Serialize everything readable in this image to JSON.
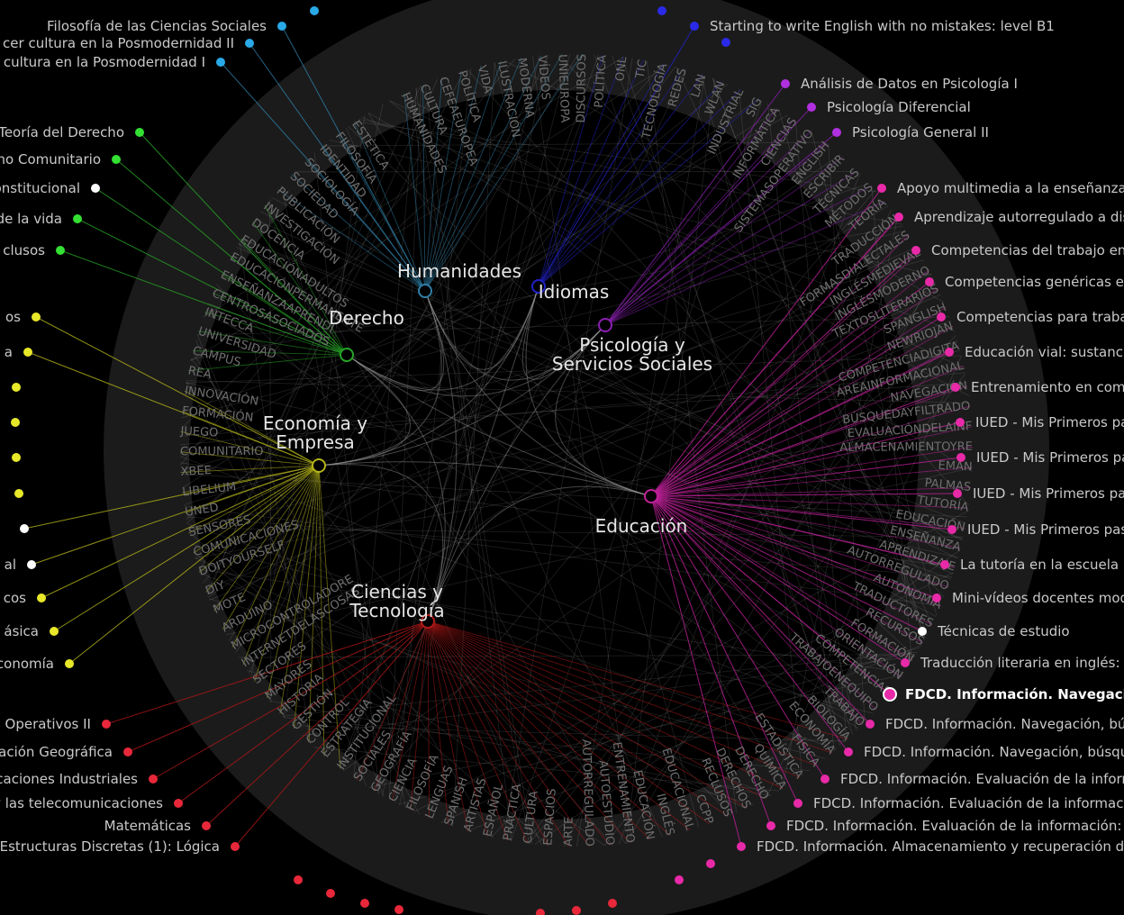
{
  "hubs": [
    {
      "id": "humanidades",
      "lines": [
        "Humanidades"
      ],
      "color": "#2e7ea6"
    },
    {
      "id": "idiomas",
      "lines": [
        "Idiomas"
      ],
      "color": "#2222cc"
    },
    {
      "id": "derecho",
      "lines": [
        "Derecho"
      ],
      "color": "#26a526"
    },
    {
      "id": "psicologia",
      "lines": [
        "Psicología y",
        "Servicios Sociales"
      ],
      "color": "#8a1fb0"
    },
    {
      "id": "economia",
      "lines": [
        "Economía y",
        "Empresa"
      ],
      "color": "#b5b51a"
    },
    {
      "id": "educacion",
      "lines": [
        "Educación"
      ],
      "color": "#c0209a"
    },
    {
      "id": "ciencias",
      "lines": [
        "Ciencias y",
        "Tecnología"
      ],
      "color": "#b01818"
    }
  ],
  "courses": [
    {
      "label": "Filosofía de las Ciencias Sociales",
      "hub": "humanidades",
      "dot": "#29a9e8"
    },
    {
      "label": "cer cultura en la Posmodernidad II",
      "hub": "humanidades",
      "dot": "#29a9e8"
    },
    {
      "label": "cultura en la Posmodernidad I",
      "hub": "humanidades",
      "dot": "#29a9e8"
    },
    {
      "label": "Teoría del Derecho",
      "hub": "derecho",
      "dot": "#33e033"
    },
    {
      "label": "cho Comunitario",
      "hub": "derecho",
      "dot": "#33e033"
    },
    {
      "label": "onstitucional",
      "hub": "derecho",
      "dot": "#ffffff"
    },
    {
      "label": "de la vida",
      "hub": "derecho",
      "dot": "#33e033"
    },
    {
      "label": "clusos",
      "hub": "derecho",
      "dot": "#33e033"
    },
    {
      "label": "os",
      "hub": "economia",
      "dot": "#e8e82a"
    },
    {
      "label": "a",
      "hub": "economia",
      "dot": "#e8e82a"
    },
    {
      "label": "",
      "hub": "economia",
      "dot": "#ffffff"
    },
    {
      "label": "al",
      "hub": "economia",
      "dot": "#ffffff"
    },
    {
      "label": "cos",
      "hub": "economia",
      "dot": "#e8e82a"
    },
    {
      "label": "ásica",
      "hub": "economia",
      "dot": "#e8e82a"
    },
    {
      "label": "conomía",
      "hub": "economia",
      "dot": "#e8e82a"
    },
    {
      "label": "s Operativos II",
      "hub": "ciencias",
      "dot": "#e8283a"
    },
    {
      "label": "mación Geográfica",
      "hub": "ciencias",
      "dot": "#e8283a"
    },
    {
      "label": "nicaciones Industriales",
      "hub": "ciencias",
      "dot": "#e8283a"
    },
    {
      "label": "n y las telecomunicaciones",
      "hub": "ciencias",
      "dot": "#e8283a"
    },
    {
      "label": "Matemáticas",
      "hub": "ciencias",
      "dot": "#e8283a"
    },
    {
      "label": "ca y Estructuras Discretas (1): Lógica",
      "hub": "ciencias",
      "dot": "#e8283a"
    },
    {
      "label": "Starting to write English with no mistakes: level B1",
      "hub": "idiomas",
      "dot": "#2a2ae8"
    },
    {
      "label": "Análisis de Datos en Psicología I",
      "hub": "psicologia",
      "dot": "#b030e0"
    },
    {
      "label": "Psicología Diferencial",
      "hub": "psicologia",
      "dot": "#b030e0"
    },
    {
      "label": "Psicología General II",
      "hub": "psicologia",
      "dot": "#b030e0"
    },
    {
      "label": "Apoyo multimedia a la enseñanza de",
      "hub": "educacion",
      "dot": "#e82aa8"
    },
    {
      "label": "Aprendizaje autorregulado a dista",
      "hub": "educacion",
      "dot": "#e82aa8"
    },
    {
      "label": "Competencias del trabajo en e",
      "hub": "educacion",
      "dot": "#e82aa8"
    },
    {
      "label": "Competencias genéricas en",
      "hub": "educacion",
      "dot": "#e82aa8"
    },
    {
      "label": "Competencias para trabaja",
      "hub": "educacion",
      "dot": "#e82aa8"
    },
    {
      "label": "Educación vial: sustancia",
      "hub": "educacion",
      "dot": "#e82aa8"
    },
    {
      "label": "Entrenamiento en comp",
      "hub": "educacion",
      "dot": "#e82aa8"
    },
    {
      "label": "IUED - Mis Primeros pa",
      "hub": "educacion",
      "dot": "#e82aa8"
    },
    {
      "label": "IUED - Mis Primeros pa",
      "hub": "educacion",
      "dot": "#e82aa8"
    },
    {
      "label": "IUED - Mis Primeros pas",
      "hub": "educacion",
      "dot": "#e82aa8"
    },
    {
      "label": "IUED - Mis Primeros pas",
      "hub": "educacion",
      "dot": "#e82aa8"
    },
    {
      "label": "La tutoría en la escuela",
      "hub": "educacion",
      "dot": "#e82aa8"
    },
    {
      "label": "Mini-vídeos docentes modu",
      "hub": "educacion",
      "dot": "#e82aa8"
    },
    {
      "label": "Técnicas de estudio",
      "hub": "educacion",
      "dot": "#ffffff"
    },
    {
      "label": "Traducción literaria en inglés: de",
      "hub": "educacion",
      "dot": "#e82aa8"
    },
    {
      "label": "FDCD. Información. Navegación, bu",
      "hub": "educacion",
      "dot": "#e82aa8",
      "active": true
    },
    {
      "label": "FDCD. Información. Navegación, búsqu",
      "hub": "educacion",
      "dot": "#e82aa8"
    },
    {
      "label": "FDCD. Información. Navegación, búsqueda",
      "hub": "educacion",
      "dot": "#e82aa8"
    },
    {
      "label": "FDCD. Información. Evaluación de la informaci",
      "hub": "educacion",
      "dot": "#e82aa8"
    },
    {
      "label": "FDCD. Información. Evaluación de la información: n",
      "hub": "educacion",
      "dot": "#e82aa8"
    },
    {
      "label": "FDCD. Información. Evaluación de la información: nivel a",
      "hub": "educacion",
      "dot": "#e82aa8"
    },
    {
      "label": "FDCD. Información. Almacenamiento y recuperación de la inf",
      "hub": "educacion",
      "dot": "#e82aa8"
    }
  ],
  "keywords": [
    {
      "text": "HUMANIDADES",
      "hub": "humanidades"
    },
    {
      "text": "CULTURA",
      "hub": "humanidades"
    },
    {
      "text": "CEFEAEUROPEA",
      "hub": "humanidades"
    },
    {
      "text": "POLÍTICA",
      "hub": "humanidades"
    },
    {
      "text": "VIDA",
      "hub": "humanidades"
    },
    {
      "text": "ILUSTRACIÓN",
      "hub": "humanidades"
    },
    {
      "text": "MODERNA",
      "hub": "humanidades"
    },
    {
      "text": "VÍDEOS",
      "hub": "humanidades"
    },
    {
      "text": "UNIEUROPA",
      "hub": "humanidades"
    },
    {
      "text": "DISCURSOS",
      "hub": "humanidades"
    },
    {
      "text": "POLÍTICA",
      "hub": "idiomas"
    },
    {
      "text": "ONL",
      "hub": "idiomas"
    },
    {
      "text": "TIC",
      "hub": "idiomas"
    },
    {
      "text": "TECNOLOGÍA",
      "hub": "idiomas"
    },
    {
      "text": "REDES",
      "hub": "idiomas"
    },
    {
      "text": "LAN",
      "hub": "idiomas"
    },
    {
      "text": "WLAN",
      "hub": "idiomas"
    },
    {
      "text": "INDUSTRIAL",
      "hub": "idiomas"
    },
    {
      "text": "SIG",
      "hub": "idiomas"
    },
    {
      "text": "INFORMÁTICA",
      "hub": "psicologia"
    },
    {
      "text": "CIENCIAS",
      "hub": "psicologia"
    },
    {
      "text": "SISTEMASOPERATIVO",
      "hub": "psicologia"
    },
    {
      "text": "ENGLISH",
      "hub": "psicologia"
    },
    {
      "text": "ESCRIBIR",
      "hub": "psicologia"
    },
    {
      "text": "TÉCNICAS",
      "hub": "psicologia"
    },
    {
      "text": "MÉTODOS",
      "hub": "psicologia"
    },
    {
      "text": "TEORÍA",
      "hub": "psicologia"
    },
    {
      "text": "TRADUCCIÓN",
      "hub": "educacion"
    },
    {
      "text": "FORMASDIALECTALES",
      "hub": "educacion"
    },
    {
      "text": "INGLÉSMEDIEVAL",
      "hub": "educacion"
    },
    {
      "text": "INGLÉSMODERNO",
      "hub": "educacion"
    },
    {
      "text": "TEXTOSLITERARIOS",
      "hub": "educacion"
    },
    {
      "text": "SPANGLISH",
      "hub": "educacion"
    },
    {
      "text": "NEWRIOJAN",
      "hub": "educacion"
    },
    {
      "text": "COMPETENCIADIGITA",
      "hub": "educacion"
    },
    {
      "text": "ÁREAINFORMACIONAL",
      "hub": "educacion"
    },
    {
      "text": "NAVEGACIÓN",
      "hub": "educacion"
    },
    {
      "text": "BÚSQUEDAYFILTRADO",
      "hub": "educacion"
    },
    {
      "text": "EVALUACIÓNDELAINF",
      "hub": "educacion"
    },
    {
      "text": "ALMACENAMIENTOYRE",
      "hub": "educacion"
    },
    {
      "text": "EMAN",
      "hub": "educacion"
    },
    {
      "text": "PALMAS",
      "hub": "educacion"
    },
    {
      "text": "TUTORÍA",
      "hub": "educacion"
    },
    {
      "text": "EDUCACIÓN",
      "hub": "educacion"
    },
    {
      "text": "ENSEÑANZA",
      "hub": "educacion"
    },
    {
      "text": "APRENDIZAJE",
      "hub": "educacion"
    },
    {
      "text": "AUTORREGULADO",
      "hub": "educacion"
    },
    {
      "text": "AUTONOMÍA",
      "hub": "educacion"
    },
    {
      "text": "TRADUCTORES",
      "hub": "educacion"
    },
    {
      "text": "RECURSOS",
      "hub": "educacion"
    },
    {
      "text": "FORMACIÓN",
      "hub": "educacion"
    },
    {
      "text": "ORIENTACIÓN",
      "hub": "educacion"
    },
    {
      "text": "COMPETENCIAS",
      "hub": "educacion"
    },
    {
      "text": "TRABAJOENEQUIPO",
      "hub": "educacion"
    },
    {
      "text": "TRABAJO",
      "hub": "educacion"
    },
    {
      "text": "BIOLOGÍA",
      "hub": "ciencias"
    },
    {
      "text": "ECONOMÍA",
      "hub": "ciencias"
    },
    {
      "text": "FÍSICA",
      "hub": "ciencias"
    },
    {
      "text": "ESTADÍSTICA",
      "hub": "ciencias"
    },
    {
      "text": "QUÍMICA",
      "hub": "ciencias"
    },
    {
      "text": "DERECHO",
      "hub": "ciencias"
    },
    {
      "text": "DERECHOS",
      "hub": "ciencias"
    },
    {
      "text": "RECLUSOS",
      "hub": "ciencias"
    },
    {
      "text": "CCPP",
      "hub": "ciencias"
    },
    {
      "text": "EDUCACIONAL",
      "hub": "ciencias"
    },
    {
      "text": "INGLÉS",
      "hub": "ciencias"
    },
    {
      "text": "EDUCACIÓN",
      "hub": "ciencias"
    },
    {
      "text": "ENTRENAMIENTO",
      "hub": "ciencias"
    },
    {
      "text": "AUTOESTUDIO",
      "hub": "ciencias"
    },
    {
      "text": "AUTORREGULADO",
      "hub": "ciencias"
    },
    {
      "text": "ARTE",
      "hub": "ciencias"
    },
    {
      "text": "ESPACIOS",
      "hub": "ciencias"
    },
    {
      "text": "CULTURA",
      "hub": "ciencias"
    },
    {
      "text": "PRÁCTICA",
      "hub": "ciencias"
    },
    {
      "text": "ESPAÑOL",
      "hub": "ciencias"
    },
    {
      "text": "ARTISTAS",
      "hub": "ciencias"
    },
    {
      "text": "SPANISH",
      "hub": "ciencias"
    },
    {
      "text": "LENGUAS",
      "hub": "ciencias"
    },
    {
      "text": "FILOSOFÍA",
      "hub": "ciencias"
    },
    {
      "text": "CIENCIA",
      "hub": "ciencias"
    },
    {
      "text": "GEOGRAFÍA",
      "hub": "ciencias"
    },
    {
      "text": "SOCIALES",
      "hub": "ciencias"
    },
    {
      "text": "INSTITUCIONAL",
      "hub": "economia"
    },
    {
      "text": "ESTRATEGIA",
      "hub": "economia"
    },
    {
      "text": "CONTROL",
      "hub": "economia"
    },
    {
      "text": "GESTIÓN",
      "hub": "economia"
    },
    {
      "text": "HISTORIA",
      "hub": "economia"
    },
    {
      "text": "MAYORES",
      "hub": "economia"
    },
    {
      "text": "SECTORES",
      "hub": "economia"
    },
    {
      "text": "INTERNETDELASCOSAS",
      "hub": "economia"
    },
    {
      "text": "MICROCONTROLADORE",
      "hub": "economia"
    },
    {
      "text": "ARDUINO",
      "hub": "economia"
    },
    {
      "text": "MOTE",
      "hub": "economia"
    },
    {
      "text": "DIY",
      "hub": "economia"
    },
    {
      "text": "DOITYOURSELF",
      "hub": "economia"
    },
    {
      "text": "COMUNICACIONES",
      "hub": "economia"
    },
    {
      "text": "SENSORES",
      "hub": "economia"
    },
    {
      "text": "UNED",
      "hub": "economia"
    },
    {
      "text": "LIBELIUM",
      "hub": "economia"
    },
    {
      "text": "XBEE",
      "hub": "economia"
    },
    {
      "text": "COMUNITARIO",
      "hub": "economia"
    },
    {
      "text": "JUEGO",
      "hub": "economia"
    },
    {
      "text": "FORMACIÓN",
      "hub": "economia"
    },
    {
      "text": "INNOVACIÓN",
      "hub": "economia"
    },
    {
      "text": "REA",
      "hub": "derecho"
    },
    {
      "text": "CAMPUS",
      "hub": "derecho"
    },
    {
      "text": "UNIVERSIDAD",
      "hub": "derecho"
    },
    {
      "text": "INTECCA",
      "hub": "derecho"
    },
    {
      "text": "CENTROSASOCIADOS",
      "hub": "derecho"
    },
    {
      "text": "ENSEÑANZAAPRENDI",
      "hub": "derecho"
    },
    {
      "text": "EDUCACIÓNPERMANENTE",
      "hub": "derecho"
    },
    {
      "text": "EDUCACIÓNADULTOS",
      "hub": "derecho"
    },
    {
      "text": "DOCENCIA",
      "hub": "derecho"
    },
    {
      "text": "INVESTIGACIÓN",
      "hub": "derecho"
    },
    {
      "text": "PUBLICACIÓN",
      "hub": "humanidades"
    },
    {
      "text": "SOCIEDAD",
      "hub": "humanidades"
    },
    {
      "text": "SOCIOLOGÍA",
      "hub": "humanidades"
    },
    {
      "text": "IDENTIDAD",
      "hub": "humanidades"
    },
    {
      "text": "FILOSOFÍA",
      "hub": "humanidades"
    },
    {
      "text": "ESTÉTICA",
      "hub": "humanidades"
    }
  ]
}
